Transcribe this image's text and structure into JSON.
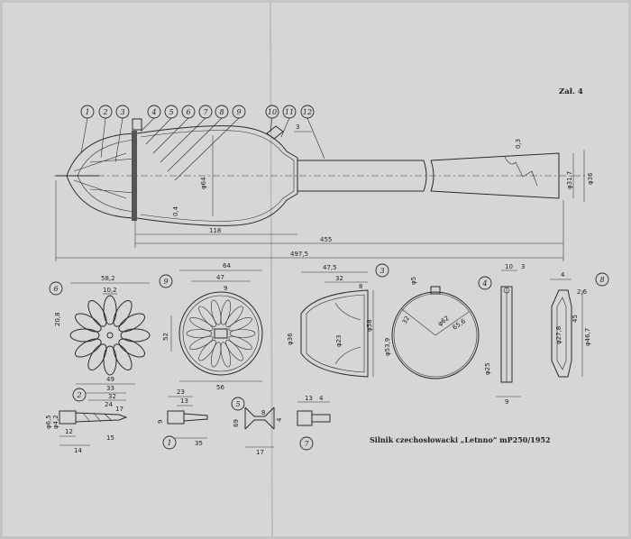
{
  "sheet": {
    "label": "Zał. 4",
    "caption": "Silnik czechosłowacki „Letnno” mP250/1952"
  },
  "balloons": [
    "1",
    "2",
    "3",
    "4",
    "5",
    "6",
    "7",
    "8",
    "9",
    "10",
    "11",
    "12"
  ],
  "detail_balloons": {
    "d6": "6",
    "d9": "9",
    "d3": "3",
    "d4": "4",
    "d8": "8",
    "d2": "2",
    "d1": "1",
    "d5": "5",
    "d7": "7"
  },
  "main_dims": {
    "phi64": "φ64",
    "dim04": "0,4",
    "dim118": "118",
    "dim455": "455",
    "dim4975": "497,5",
    "dim3": "3",
    "dim03": "0,3",
    "phi317": "φ31,7",
    "phi36": "φ36"
  },
  "detail6_dims": {
    "d582": "58,2",
    "d102": "10,2",
    "d208": "20,8"
  },
  "detail9_dims": {
    "d64": "64",
    "d47": "47",
    "d9": "9",
    "d52": "52",
    "d56": "56"
  },
  "detail3_dims": {
    "d475": "47,5",
    "d32": "32",
    "d8": "8",
    "d36": "φ36",
    "d23": "φ23",
    "d58": "φ58",
    "d539": "φ53,9"
  },
  "detail4_dims": {
    "d32": "32",
    "d62": "φ62",
    "d656": "65,6",
    "d5": "φ5"
  },
  "detail8_dims": {
    "d10": "10",
    "d3": "3",
    "d25": "φ25",
    "d4": "4",
    "d26": "2,6",
    "d278": "φ27,8",
    "d467": "φ46,7",
    "d45": "45",
    "d9": "9"
  },
  "detail2_dims": {
    "d49": "49",
    "d33": "33",
    "d32": "32",
    "d24": "24",
    "d17": "17",
    "d15": "15",
    "d12": "12",
    "d14": "14",
    "d65": "φ6,5",
    "d42": "φ4,2"
  },
  "detail1_dims": {
    "d23": "23",
    "d13": "13",
    "d35": "35",
    "d9": "9"
  },
  "detail5_dims": {
    "d69": "69",
    "d8": "8",
    "d17": "17",
    "d4": "4"
  },
  "detail7_dims": {
    "d13": "13",
    "d4": "4"
  }
}
